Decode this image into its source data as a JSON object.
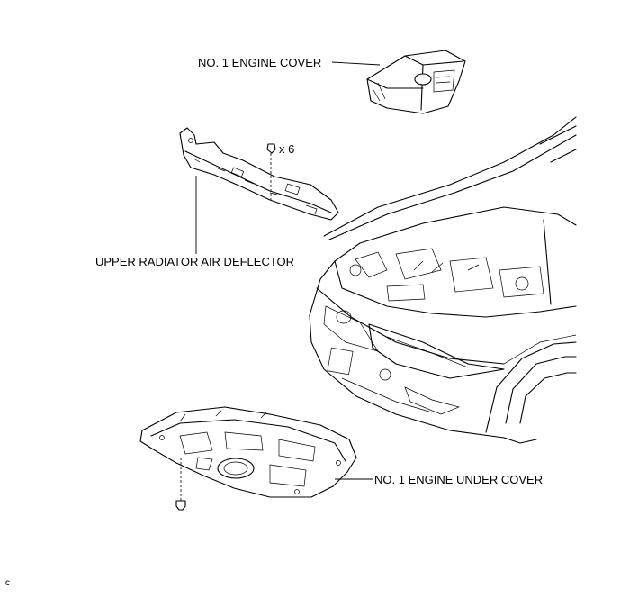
{
  "labels": {
    "engine_cover": "NO. 1 ENGINE COVER",
    "air_deflector": "UPPER RADIATOR AIR DEFLECTOR",
    "under_cover": "NO. 1 ENGINE UNDER COVER",
    "clip_qty": "x 6",
    "corner_code": "C"
  }
}
